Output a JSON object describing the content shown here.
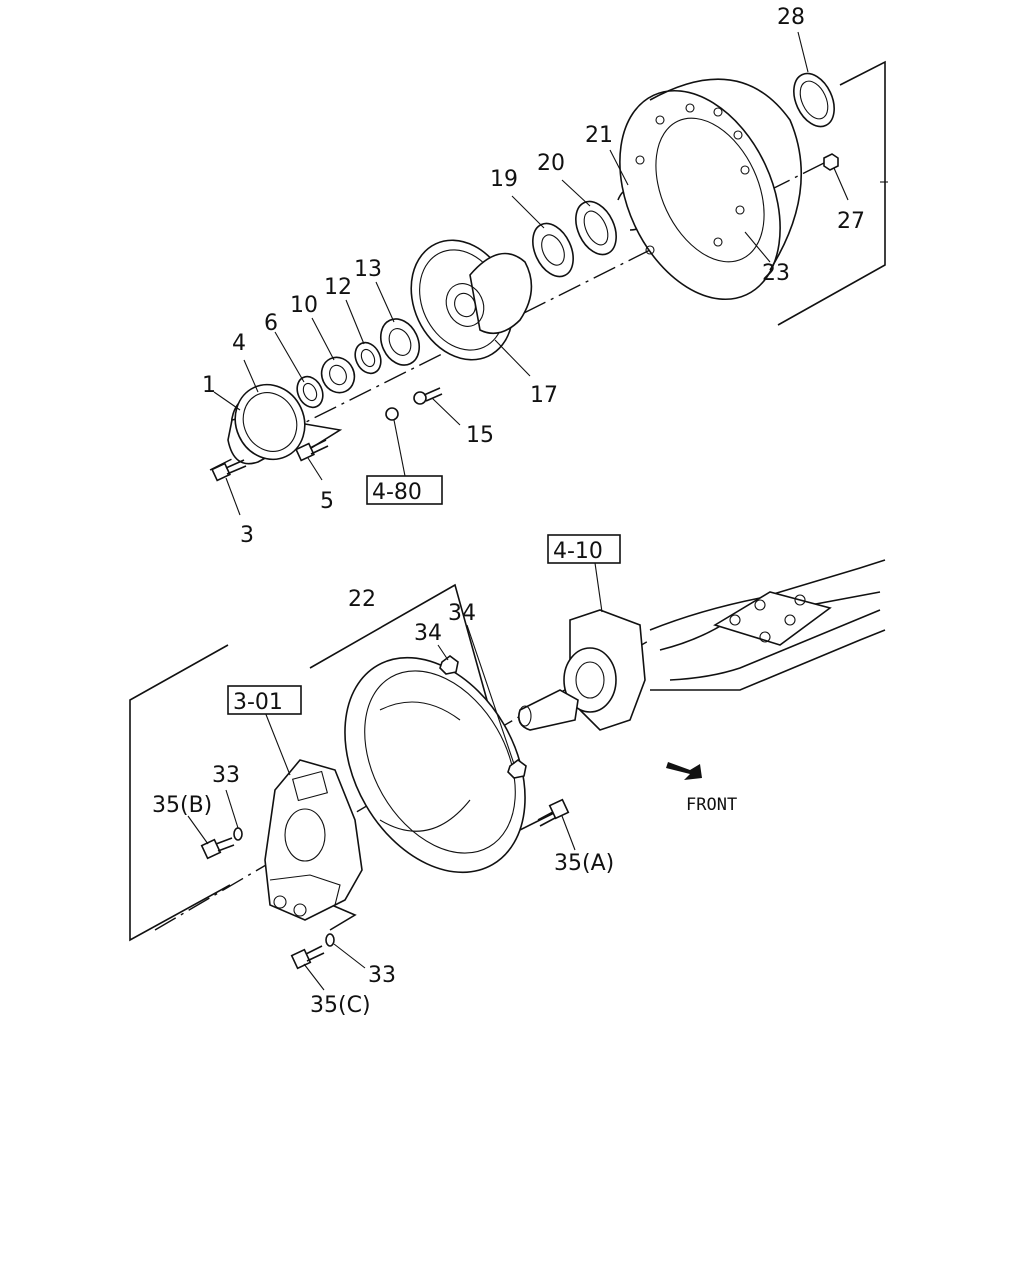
{
  "parts": {
    "p1": "1",
    "p3": "3",
    "p4": "4",
    "p5": "5",
    "p6": "6",
    "p10": "10",
    "p12": "12",
    "p13": "13",
    "p15": "15",
    "p17": "17",
    "p19": "19",
    "p20": "20",
    "p21": "21",
    "p22": "22",
    "p23": "23",
    "p27": "27",
    "p28": "28",
    "p33a": "33",
    "p33b": "33",
    "p34a": "34",
    "p34b": "34",
    "p35a": "35(A)",
    "p35b": "35(B)",
    "p35c": "35(C)"
  },
  "refs": {
    "r480": "4-80",
    "r410": "4-10",
    "r301": "3-01"
  },
  "direction": {
    "front": "FRONT"
  }
}
